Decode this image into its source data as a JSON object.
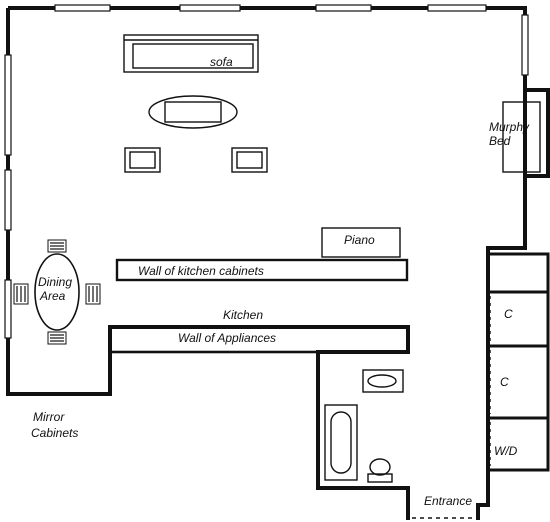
{
  "labels": {
    "sofa": "sofa",
    "murphy_bed_line1": "Murphy",
    "murphy_bed_line2": "Bed",
    "piano": "Piano",
    "wall_of_kitchen_cabinets": "Wall of kitchen cabinets",
    "dining_area_line1": "Dining",
    "dining_area_line2": "Area",
    "kitchen": "Kitchen",
    "wall_of_appliances": "Wall of Appliances",
    "closet_1": "C",
    "closet_2": "C",
    "washer_dryer": "W/D",
    "mirror_cabinets_line1": "Mirror",
    "mirror_cabinets_line2": "Cabinets",
    "entrance": "Entrance"
  },
  "colors": {
    "wall": "#111111",
    "background": "#ffffff"
  }
}
